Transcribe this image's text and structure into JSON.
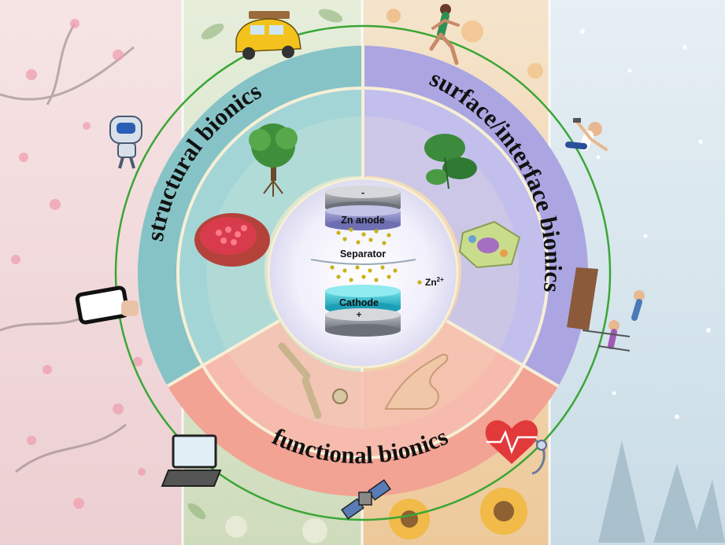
{
  "sectors": {
    "structural": {
      "label": "structural bionics",
      "color": "#86c3c6",
      "inner": "#a9d8d8"
    },
    "surface": {
      "label": "surface/interface bionics",
      "color": "#aba6e2",
      "inner": "#c6c3ef"
    },
    "functional": {
      "label": "functional bionics",
      "color": "#f2a394",
      "inner": "#f7bfb2"
    }
  },
  "battery": {
    "anode_label": "Zn anode",
    "separator_label": "Separator",
    "cathode_label": "Cathode",
    "ion_label": "Zn",
    "ion_superscript": "2+",
    "minus_sign": "-",
    "plus_sign": "+"
  },
  "seasons": [
    "#f2dede",
    "#dfe8d2",
    "#f2dcc0",
    "#dbe8ee"
  ],
  "ring_color": "#3aa635",
  "icons": [
    "car-icon",
    "runner-icon",
    "robot-icon",
    "exercise-person-icon",
    "smartphone-icon",
    "skiers-icon",
    "laptop-icon",
    "heart-monitor-icon",
    "satellite-icon",
    "tree-icon",
    "pomegranate-icon",
    "lotus-leaf-icon",
    "cell-icon",
    "bone-icon",
    "finger-icon"
  ]
}
